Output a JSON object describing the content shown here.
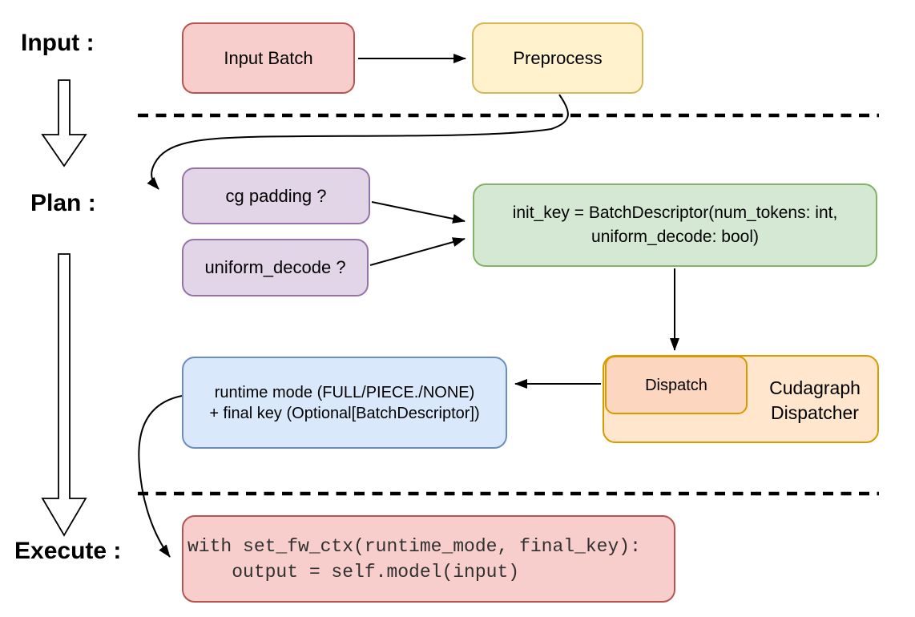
{
  "sections": {
    "input_label": "Input :",
    "plan_label": "Plan :",
    "execute_label": "Execute :"
  },
  "nodes": {
    "input_batch": {
      "label": "Input Batch"
    },
    "preprocess": {
      "label": "Preprocess"
    },
    "cg_padding": {
      "label": "cg padding ?"
    },
    "uniform_decode": {
      "label": "uniform_decode ?"
    },
    "init_key": {
      "line1": "init_key = BatchDescriptor(num_tokens: int,",
      "line2": "uniform_decode: bool)"
    },
    "dispatch": {
      "label": "Dispatch"
    },
    "cudagraph_dispatcher": {
      "line1": "Cudagraph",
      "line2": "Dispatcher"
    },
    "runtime_mode": {
      "line1": "runtime mode (FULL/PIECE./NONE)",
      "line2": "+ final key (Optional[BatchDescriptor])"
    },
    "execute_code": {
      "line1": "with set_fw_ctx(runtime_mode, final_key):",
      "line2": "    output = self.model(input)"
    }
  },
  "colors": {
    "red_fill": "#f8cecc",
    "red_stroke": "#b85450",
    "yellow_fill": "#fff2cc",
    "yellow_stroke": "#d6b656",
    "purple_fill": "#e1d5e7",
    "purple_stroke": "#9673a6",
    "green_fill": "#d5e8d4",
    "green_stroke": "#82b366",
    "orange_fill": "#ffe6cc",
    "orange_inner_fill": "#fdd6c0",
    "orange_stroke": "#d79b00",
    "blue_fill": "#dae8fc",
    "blue_stroke": "#6c8ebf",
    "arrow_color": "#000000",
    "code_text": "#303030"
  }
}
